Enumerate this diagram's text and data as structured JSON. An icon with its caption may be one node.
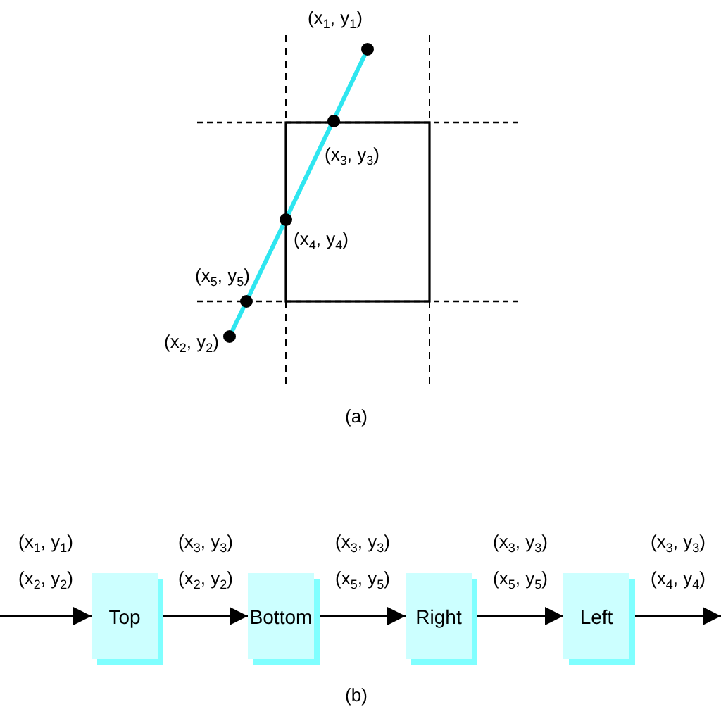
{
  "diagram": {
    "nodes": [
      {
        "text": [
          "Top"
        ]
      },
      {
        "text": [
          "Bottom"
        ]
      },
      {
        "text": [
          "Right"
        ]
      },
      {
        "text": [
          "Left"
        ]
      }
    ],
    "edges": [
      {
        "from": null,
        "to": 0,
        "arrow": "to",
        "label": "(x$_{1}$, y$_{1}$) (x$_{2}$, y$_{2}$)"
      },
      {
        "from": 0,
        "to": 1,
        "arrow": "to",
        "label": "(x$_{3}$, y$_{3}$) (x$_{2}$, y$_{2}$)"
      },
      {
        "from": 1,
        "to": 2,
        "arrow": "to",
        "label": "(x$_{3}$, y$_{3}$) (x$_{5}$, y$_{5}$)"
      },
      {
        "from": 2,
        "to": 3,
        "arrow": "to",
        "label": "(x$_{3}$, y$_{3}$) (x$_{5}$, y$_{5}$)"
      },
      {
        "from": 3,
        "to": null,
        "arrow": "to",
        "label": "(x$_{3}$, y$_{3}$) (x$_{4}$, y$_{4}$)"
      }
    ],
    "labels": [
      "(x$_{1}$, y$_{1}$)",
      "(x$_{3}$, y$_{3}$)",
      "(x$_{4}$, y$_{4}$)",
      "(x$_{5}$, y$_{5}$)",
      "(x$_{2}$, y$_{2}$)",
      "(a)",
      "(b)"
    ]
  }
}
